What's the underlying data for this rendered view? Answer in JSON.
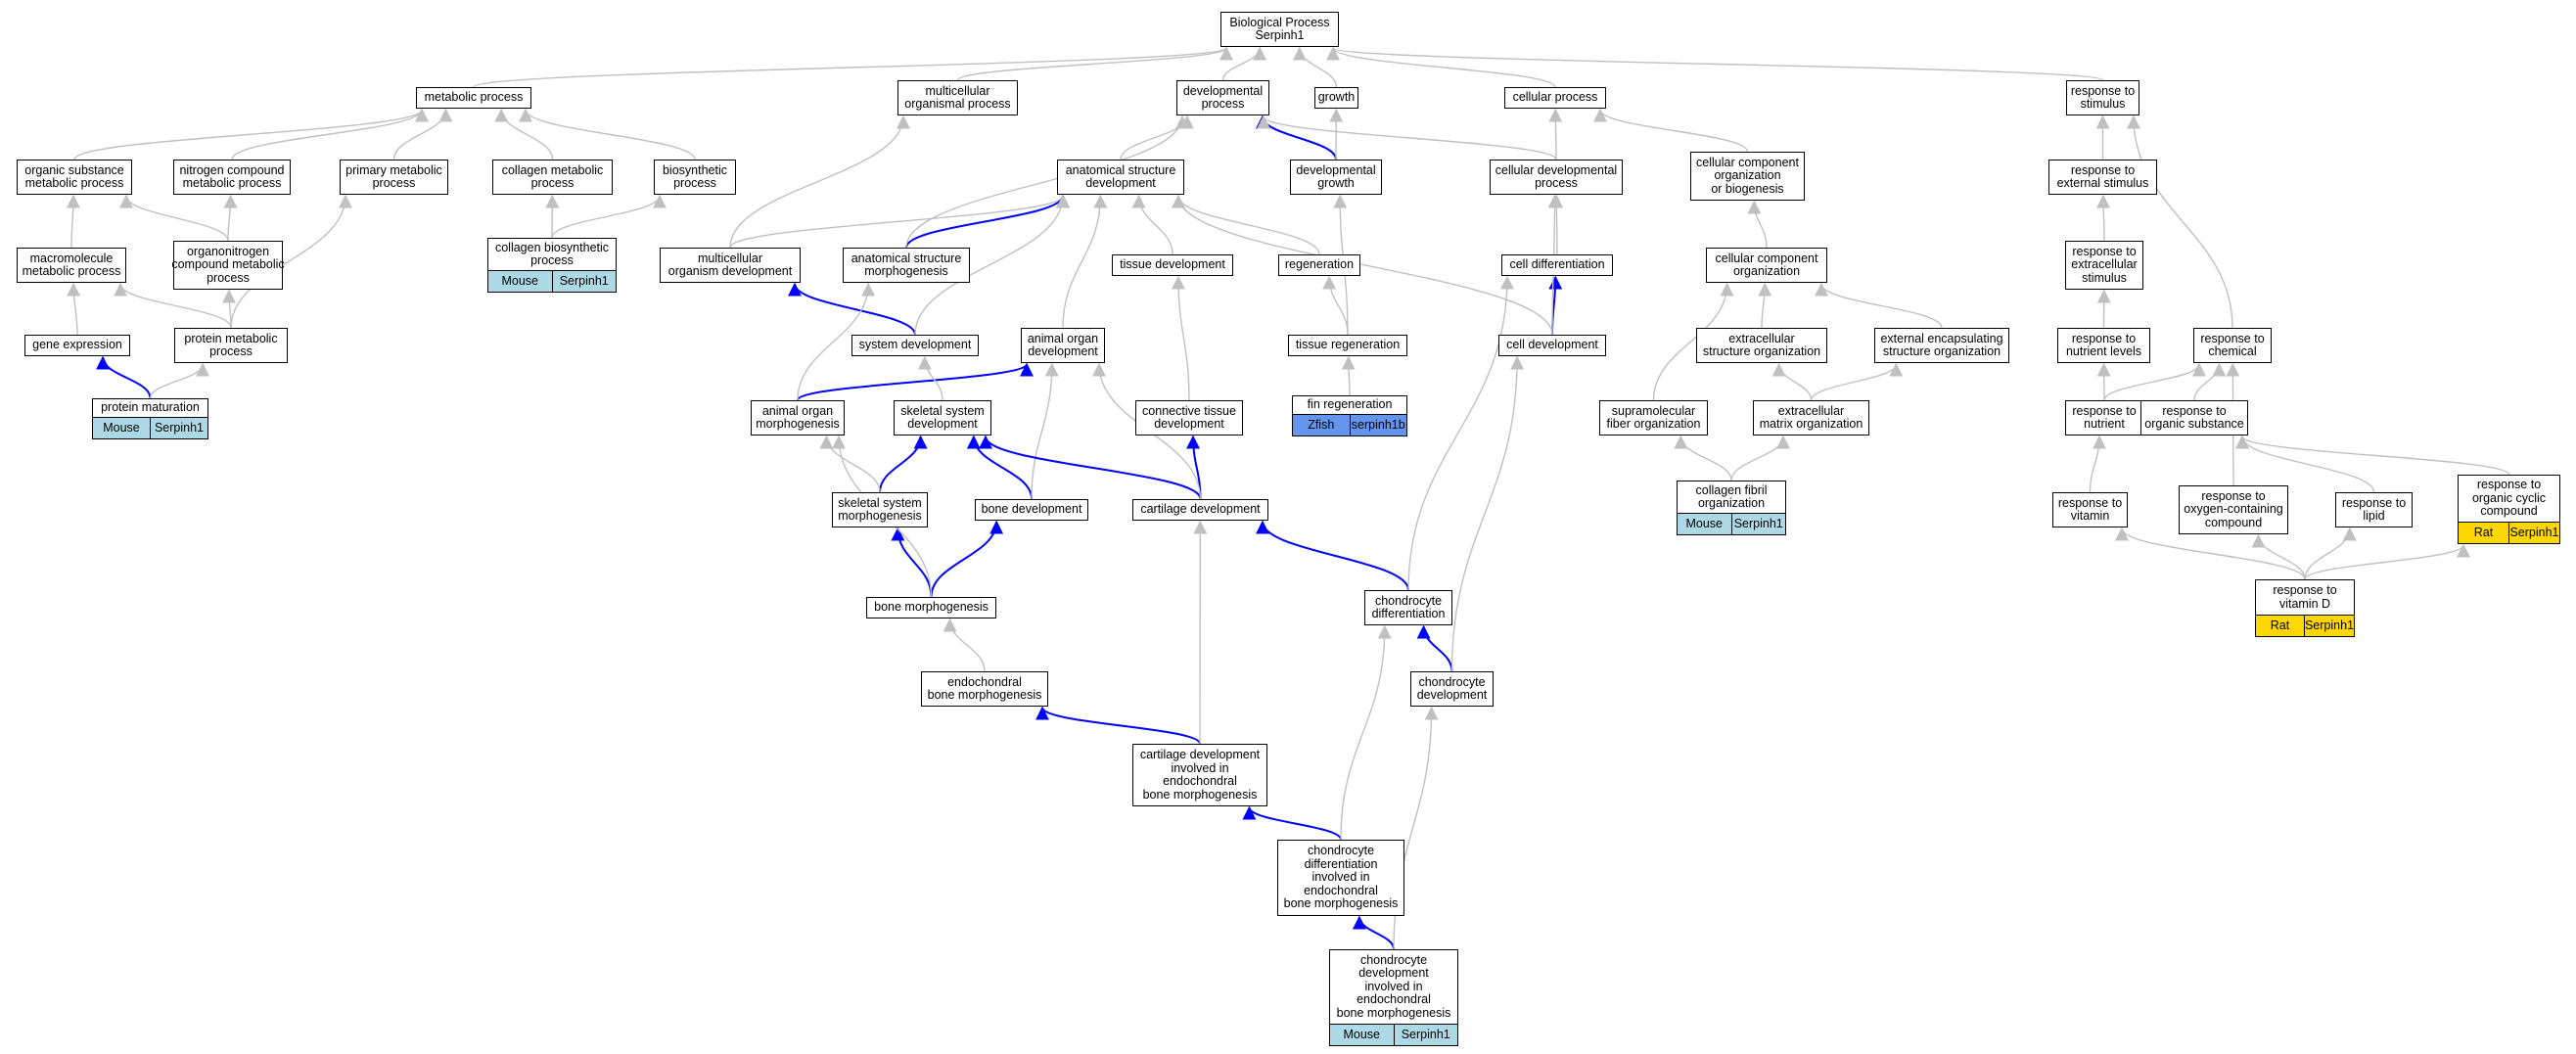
{
  "colors": {
    "mouse": "#add8e6",
    "rat": "#ffd700",
    "zfish": "#6495ed",
    "edge_gray": "#c0c0c0",
    "edge_blue": "#0000ff"
  },
  "nodes": [
    {
      "id": "bp",
      "label": "Biological Process\nSerpinh1"
    },
    {
      "id": "metabolic",
      "label": "metabolic process"
    },
    {
      "id": "multicellular",
      "label": "multicellular\norganismal process"
    },
    {
      "id": "developmental",
      "label": "developmental\nprocess"
    },
    {
      "id": "growth",
      "label": "growth"
    },
    {
      "id": "cellular",
      "label": "cellular process"
    },
    {
      "id": "resp_stim",
      "label": "response to\nstimulus"
    },
    {
      "id": "org_sub",
      "label": "organic substance\nmetabolic process"
    },
    {
      "id": "nitrogen",
      "label": "nitrogen compound\nmetabolic process"
    },
    {
      "id": "primary",
      "label": "primary metabolic\nprocess"
    },
    {
      "id": "collagen_met",
      "label": "collagen metabolic\nprocess"
    },
    {
      "id": "biosynthetic",
      "label": "biosynthetic\nprocess"
    },
    {
      "id": "anat_dev",
      "label": "anatomical structure\ndevelopment"
    },
    {
      "id": "dev_growth",
      "label": "developmental\ngrowth"
    },
    {
      "id": "cell_dev_proc",
      "label": "cellular developmental\nprocess"
    },
    {
      "id": "ccob",
      "label": "cellular component\norganization\nor biogenesis"
    },
    {
      "id": "resp_ext",
      "label": "response to\nexternal stimulus"
    },
    {
      "id": "macromolecule",
      "label": "macromolecule\nmetabolic process"
    },
    {
      "id": "organonitrogen",
      "label": "organonitrogen\ncompound metabolic\nprocess"
    },
    {
      "id": "collagen_bio",
      "label": "collagen biosynthetic\nprocess",
      "ann": [
        "Mouse",
        "Serpinh1"
      ],
      "color": "mouse"
    },
    {
      "id": "multi_org_dev",
      "label": "multicellular\norganism development"
    },
    {
      "id": "anat_morph",
      "label": "anatomical structure\nmorphogenesis"
    },
    {
      "id": "tissue_dev",
      "label": "tissue development"
    },
    {
      "id": "regeneration",
      "label": "regeneration"
    },
    {
      "id": "cell_diff",
      "label": "cell differentiation"
    },
    {
      "id": "cco",
      "label": "cellular component\norganization"
    },
    {
      "id": "resp_extracell",
      "label": "response to\nextracellular\nstimulus"
    },
    {
      "id": "gene_expr",
      "label": "gene expression"
    },
    {
      "id": "protein_met",
      "label": "protein metabolic\nprocess"
    },
    {
      "id": "system_dev",
      "label": "system development"
    },
    {
      "id": "animal_organ_dev",
      "label": "animal organ\ndevelopment"
    },
    {
      "id": "tissue_regen",
      "label": "tissue regeneration"
    },
    {
      "id": "cell_development",
      "label": "cell development"
    },
    {
      "id": "extracell_struct",
      "label": "extracellular\nstructure organization"
    },
    {
      "id": "ext_encaps",
      "label": "external encapsulating\nstructure organization"
    },
    {
      "id": "resp_nutrient_levels",
      "label": "response to\nnutrient levels"
    },
    {
      "id": "resp_chemical",
      "label": "response to\nchemical"
    },
    {
      "id": "protein_mat",
      "label": "protein maturation",
      "ann": [
        "Mouse",
        "Serpinh1"
      ],
      "color": "mouse"
    },
    {
      "id": "animal_organ_morph",
      "label": "animal organ\nmorphogenesis"
    },
    {
      "id": "skeletal_sys_dev",
      "label": "skeletal system\ndevelopment"
    },
    {
      "id": "connective_dev",
      "label": "connective tissue\ndevelopment"
    },
    {
      "id": "fin_regen",
      "label": "fin regeneration",
      "ann": [
        "Zfish",
        "serpinh1b"
      ],
      "color": "zfish"
    },
    {
      "id": "supramol",
      "label": "supramolecular\nfiber organization"
    },
    {
      "id": "ecm_org",
      "label": "extracellular\nmatrix organization"
    },
    {
      "id": "resp_nutrient",
      "label": "response to\nnutrient"
    },
    {
      "id": "resp_org_sub",
      "label": "response to\norganic substance"
    },
    {
      "id": "collagen_fibril",
      "label": "collagen fibril\norganization",
      "ann": [
        "Mouse",
        "Serpinh1"
      ],
      "color": "mouse"
    },
    {
      "id": "skeletal_sys_morph",
      "label": "skeletal system\nmorphogenesis"
    },
    {
      "id": "bone_dev",
      "label": "bone development"
    },
    {
      "id": "cartilage_dev",
      "label": "cartilage development"
    },
    {
      "id": "resp_vitamin",
      "label": "response to\nvitamin"
    },
    {
      "id": "resp_oxygen",
      "label": "response to\noxygen-containing\ncompound"
    },
    {
      "id": "resp_lipid",
      "label": "response to\nlipid"
    },
    {
      "id": "resp_org_cyclic",
      "label": "response to\norganic cyclic\ncompound",
      "ann": [
        "Rat",
        "Serpinh1"
      ],
      "color": "rat"
    },
    {
      "id": "chondro_diff",
      "label": "chondrocyte\ndifferentiation"
    },
    {
      "id": "bone_morph",
      "label": "bone morphogenesis"
    },
    {
      "id": "resp_vitD",
      "label": "response to\nvitamin D",
      "ann": [
        "Rat",
        "Serpinh1"
      ],
      "color": "rat"
    },
    {
      "id": "endo_bone_morph",
      "label": "endochondral\nbone morphogenesis"
    },
    {
      "id": "chondro_dev",
      "label": "chondrocyte\ndevelopment"
    },
    {
      "id": "cart_dev_endo",
      "label": "cartilage development\ninvolved in\nendochondral\nbone morphogenesis"
    },
    {
      "id": "chondro_diff_endo",
      "label": "chondrocyte\ndifferentiation\ninvolved in\nendochondral\nbone morphogenesis"
    },
    {
      "id": "chondro_dev_endo",
      "label": "chondrocyte\ndevelopment\ninvolved in\nendochondral\nbone morphogenesis",
      "ann": [
        "Mouse",
        "Serpinh1"
      ],
      "color": "mouse"
    }
  ],
  "edges": [
    [
      "metabolic",
      "bp",
      0
    ],
    [
      "multicellular",
      "bp",
      0
    ],
    [
      "developmental",
      "bp",
      0
    ],
    [
      "growth",
      "bp",
      0
    ],
    [
      "cellular",
      "bp",
      0
    ],
    [
      "resp_stim",
      "bp",
      0
    ],
    [
      "org_sub",
      "metabolic",
      0
    ],
    [
      "nitrogen",
      "metabolic",
      0
    ],
    [
      "primary",
      "metabolic",
      0
    ],
    [
      "collagen_met",
      "metabolic",
      0
    ],
    [
      "biosynthetic",
      "metabolic",
      0
    ],
    [
      "anat_dev",
      "developmental",
      0
    ],
    [
      "dev_growth",
      "developmental",
      1
    ],
    [
      "dev_growth",
      "growth",
      0
    ],
    [
      "cell_dev_proc",
      "developmental",
      0
    ],
    [
      "cell_dev_proc",
      "cellular",
      0
    ],
    [
      "ccob",
      "cellular",
      0
    ],
    [
      "resp_ext",
      "resp_stim",
      0
    ],
    [
      "macromolecule",
      "org_sub",
      0
    ],
    [
      "organonitrogen",
      "org_sub",
      0
    ],
    [
      "organonitrogen",
      "nitrogen",
      0
    ],
    [
      "collagen_bio",
      "collagen_met",
      0
    ],
    [
      "collagen_bio",
      "biosynthetic",
      0
    ],
    [
      "multi_org_dev",
      "multicellular",
      0
    ],
    [
      "multi_org_dev",
      "anat_dev",
      0
    ],
    [
      "anat_morph",
      "anat_dev",
      1
    ],
    [
      "anat_morph",
      "developmental",
      0
    ],
    [
      "tissue_dev",
      "anat_dev",
      0
    ],
    [
      "regeneration",
      "anat_dev",
      0
    ],
    [
      "cell_diff",
      "cell_dev_proc",
      0
    ],
    [
      "cco",
      "ccob",
      0
    ],
    [
      "resp_extracell",
      "resp_ext",
      0
    ],
    [
      "gene_expr",
      "macromolecule",
      0
    ],
    [
      "protein_met",
      "macromolecule",
      0
    ],
    [
      "protein_met",
      "organonitrogen",
      0
    ],
    [
      "protein_met",
      "primary",
      0
    ],
    [
      "system_dev",
      "multi_org_dev",
      1
    ],
    [
      "system_dev",
      "anat_dev",
      0
    ],
    [
      "animal_organ_dev",
      "anat_dev",
      0
    ],
    [
      "tissue_regen",
      "regeneration",
      0
    ],
    [
      "tissue_regen",
      "dev_growth",
      0
    ],
    [
      "cell_development",
      "cell_diff",
      1
    ],
    [
      "cell_development",
      "anat_dev",
      0
    ],
    [
      "cell_development",
      "cell_dev_proc",
      0
    ],
    [
      "extracell_struct",
      "cco",
      0
    ],
    [
      "ext_encaps",
      "cco",
      0
    ],
    [
      "resp_nutrient_levels",
      "resp_extracell",
      0
    ],
    [
      "resp_chemical",
      "resp_stim",
      0
    ],
    [
      "protein_mat",
      "gene_expr",
      1
    ],
    [
      "protein_mat",
      "protein_met",
      0
    ],
    [
      "animal_organ_morph",
      "animal_organ_dev",
      1
    ],
    [
      "animal_organ_morph",
      "anat_morph",
      0
    ],
    [
      "skeletal_sys_dev",
      "system_dev",
      0
    ],
    [
      "connective_dev",
      "tissue_dev",
      0
    ],
    [
      "fin_regen",
      "tissue_regen",
      0
    ],
    [
      "supramol",
      "cco",
      0
    ],
    [
      "ecm_org",
      "extracell_struct",
      0
    ],
    [
      "ecm_org",
      "ext_encaps",
      0
    ],
    [
      "resp_nutrient",
      "resp_nutrient_levels",
      0
    ],
    [
      "resp_nutrient",
      "resp_chemical",
      0
    ],
    [
      "resp_org_sub",
      "resp_chemical",
      0
    ],
    [
      "collagen_fibril",
      "supramol",
      0
    ],
    [
      "collagen_fibril",
      "ecm_org",
      0
    ],
    [
      "skeletal_sys_morph",
      "skeletal_sys_dev",
      1
    ],
    [
      "skeletal_sys_morph",
      "animal_organ_morph",
      0
    ],
    [
      "bone_dev",
      "skeletal_sys_dev",
      1
    ],
    [
      "bone_dev",
      "animal_organ_dev",
      0
    ],
    [
      "cartilage_dev",
      "skeletal_sys_dev",
      1
    ],
    [
      "cartilage_dev",
      "connective_dev",
      1
    ],
    [
      "cartilage_dev",
      "animal_organ_dev",
      0
    ],
    [
      "resp_vitamin",
      "resp_nutrient",
      0
    ],
    [
      "resp_oxygen",
      "resp_chemical",
      0
    ],
    [
      "resp_lipid",
      "resp_org_sub",
      0
    ],
    [
      "resp_org_cyclic",
      "resp_org_sub",
      0
    ],
    [
      "chondro_diff",
      "cartilage_dev",
      1
    ],
    [
      "chondro_diff",
      "cell_diff",
      0
    ],
    [
      "bone_morph",
      "skeletal_sys_morph",
      1
    ],
    [
      "bone_morph",
      "bone_dev",
      1
    ],
    [
      "bone_morph",
      "animal_organ_morph",
      0
    ],
    [
      "resp_vitD",
      "resp_vitamin",
      0
    ],
    [
      "resp_vitD",
      "resp_oxygen",
      0
    ],
    [
      "resp_vitD",
      "resp_lipid",
      0
    ],
    [
      "resp_vitD",
      "resp_org_cyclic",
      0
    ],
    [
      "endo_bone_morph",
      "bone_morph",
      0
    ],
    [
      "chondro_dev",
      "chondro_diff",
      1
    ],
    [
      "chondro_dev",
      "cell_development",
      0
    ],
    [
      "cart_dev_endo",
      "endo_bone_morph",
      1
    ],
    [
      "cart_dev_endo",
      "cartilage_dev",
      0
    ],
    [
      "chondro_diff_endo",
      "cart_dev_endo",
      1
    ],
    [
      "chondro_diff_endo",
      "chondro_diff",
      0
    ],
    [
      "chondro_dev_endo",
      "chondro_diff_endo",
      1
    ],
    [
      "chondro_dev_endo",
      "chondro_dev",
      0
    ]
  ]
}
